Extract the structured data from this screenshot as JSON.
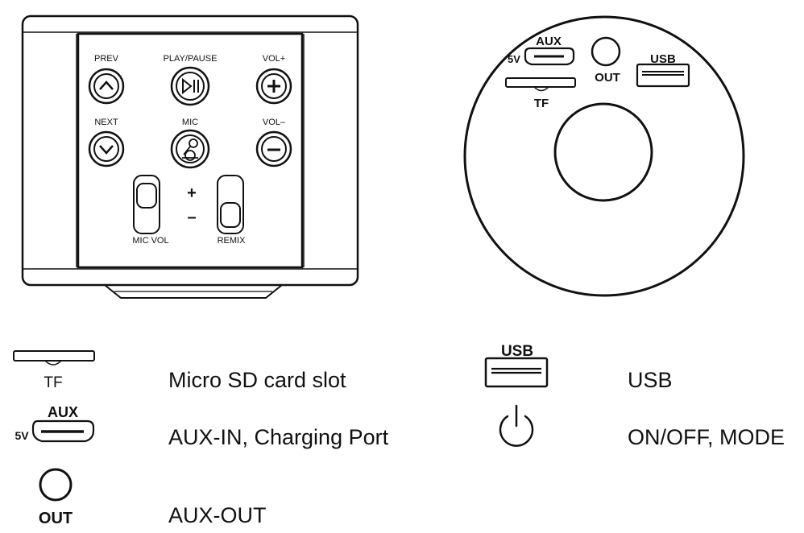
{
  "front_panel": {
    "buttons": {
      "prev": "PREV",
      "play_pause": "PLAY/PAUSE",
      "vol_up": "VOL+",
      "next": "NEXT",
      "mic": "MIC",
      "vol_down": "VOL–"
    },
    "plus_sign": "+",
    "minus_sign": "–",
    "knobs": {
      "mic_vol": "MIC VOL",
      "remix": "REMIX"
    }
  },
  "rear_panel": {
    "aux": "AUX",
    "five_v": "5V",
    "out": "OUT",
    "usb": "USB",
    "tf": "TF"
  },
  "legend": {
    "tf_icon_label": "TF",
    "tf_desc": "Micro SD card slot",
    "aux_icon_label": "AUX",
    "aux_5v_label": "5V",
    "aux_desc": "AUX-IN, Charging Port",
    "out_icon_label": "OUT",
    "out_desc": "AUX-OUT",
    "usb_icon_label": "USB",
    "usb_desc": "USB",
    "power_desc": "ON/OFF, MODE"
  },
  "icons": [
    "chevron-up-icon",
    "play-pause-icon",
    "plus-icon",
    "chevron-down-icon",
    "microphone-icon",
    "minus-icon",
    "power-icon",
    "usb-port-icon",
    "micro-usb-port-icon",
    "tf-slot-icon",
    "aux-out-jack-icon"
  ]
}
